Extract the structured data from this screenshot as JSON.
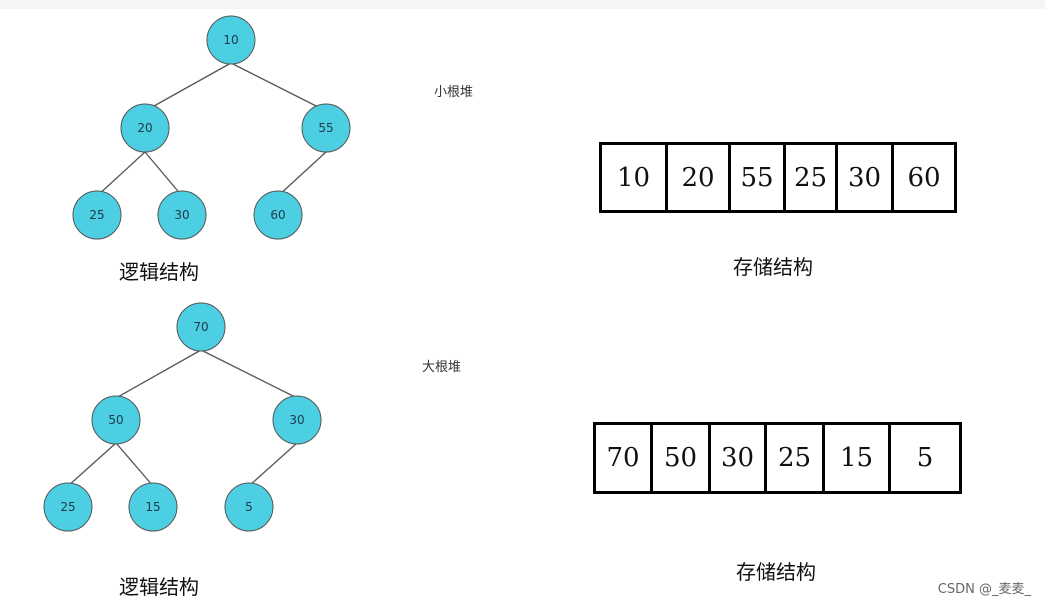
{
  "min_heap": {
    "name": "小根堆",
    "tree": {
      "caption": "逻辑结构",
      "nodes": [
        "10",
        "20",
        "55",
        "25",
        "30",
        "60"
      ]
    },
    "array": {
      "caption": "存储结构",
      "cells": [
        "10",
        "20",
        "55",
        "25",
        "30",
        "60"
      ]
    }
  },
  "max_heap": {
    "name": "大根堆",
    "tree": {
      "caption": "逻辑结构",
      "nodes": [
        "70",
        "50",
        "30",
        "25",
        "15",
        "5"
      ]
    },
    "array": {
      "caption": "存储结构",
      "cells": [
        "70",
        "50",
        "30",
        "25",
        "15",
        "5"
      ]
    }
  },
  "node_color": "#4ccfe3",
  "watermark": "CSDN @_麦麦_"
}
